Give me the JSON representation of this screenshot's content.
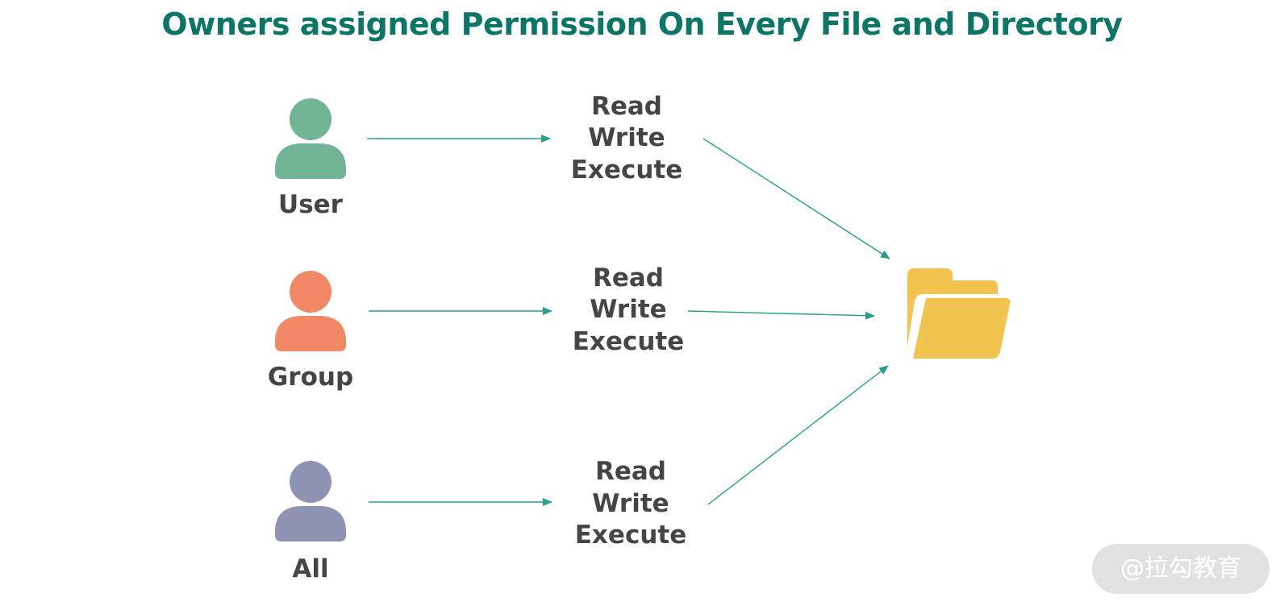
{
  "title": "Owners assigned Permission On Every File and Directory",
  "colors": {
    "title": "#0b7566",
    "text": "#454545",
    "arrow": "#25a08c",
    "user": "#72b596",
    "group": "#f28966",
    "all": "#8f93b2",
    "folder": "#f2c44f"
  },
  "owners": [
    {
      "label": "User",
      "icon": "person-icon"
    },
    {
      "label": "Group",
      "icon": "person-icon"
    },
    {
      "label": "All",
      "icon": "person-icon"
    }
  ],
  "permissions": [
    {
      "lines": [
        "Read",
        "Write",
        "Execute"
      ]
    },
    {
      "lines": [
        "Read",
        "Write",
        "Execute"
      ]
    },
    {
      "lines": [
        "Read",
        "Write",
        "Execute"
      ]
    }
  ],
  "target_icon": "folder-icon",
  "watermark": "@拉勾教育"
}
